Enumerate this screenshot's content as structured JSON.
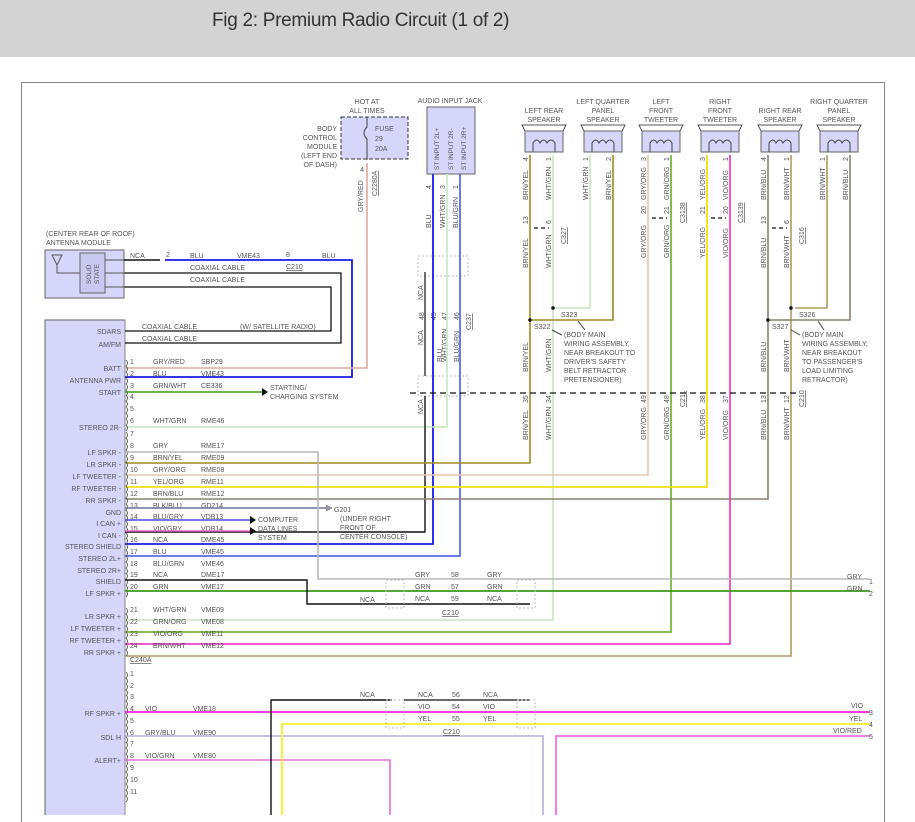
{
  "header": {
    "title": "Fig 2: Premium Radio Circuit (1 of 2)"
  },
  "colors": {
    "BLU": "#1a1ae6",
    "BLK": "#111111",
    "GRY": "#b8b8b8",
    "GRN": "#3a9a1a",
    "WHT_GRN": "#c8e4c0",
    "BRN_YEL": "#a08a20",
    "GRY_ORG": "#e6c6b0",
    "GRN_ORG": "#7ab83a",
    "YEL_ORG": "#f0e010",
    "VIO_ORG": "#f040c8",
    "BRN_BLU": "#8a8070",
    "BRN_WHT": "#b09a60",
    "GRY_RED": "#e0a8a0",
    "GRN_WHT": "#3a9a1a",
    "BLU_GRY": "#4a4ae0",
    "VIO_GRY": "#f060d0",
    "BLK_BLU": "#7070a0",
    "BLU_GRN": "#5a6ae8",
    "VIO": "#f020e0",
    "YEL": "#f8f020",
    "GRY_BLU": "#b0b0d8",
    "VIO_GRN": "#e070d8",
    "VIO_RED": "#f070e0",
    "module_fill": "#d6d6fa"
  },
  "bcm": {
    "label": [
      "BODY",
      "CONTROL",
      "MODULE",
      "(LEFT END",
      "OF DASH)"
    ],
    "hot": [
      "HOT AT",
      "ALL TIMES"
    ],
    "fuse": [
      "FUSE",
      "29",
      "20A"
    ],
    "pin": "4",
    "wire": "GRY/RED",
    "connector": "C2280A"
  },
  "audio_jack": {
    "title": "AUDIO INPUT JACK",
    "pins": [
      {
        "label": "ST INPUT 2L+",
        "pin": "4",
        "wire": "BLU"
      },
      {
        "label": "ST INPUT 2R-",
        "pin": "3",
        "wire": "WHT/GRN"
      },
      {
        "label": "ST INPUT 2R+",
        "pin": "1",
        "wire": "BLU/GRN"
      }
    ]
  },
  "speakers": [
    {
      "name": [
        "LEFT REAR",
        "SPEAKER"
      ],
      "pins": [
        {
          "pin": "4",
          "wire": "BRN/YEL"
        },
        {
          "pin": "1",
          "wire": "WHT/GRN"
        }
      ]
    },
    {
      "name": [
        "LEFT QUARTER",
        "PANEL",
        "SPEAKER"
      ],
      "pins": [
        {
          "pin": "1",
          "wire": "WHT/GRN"
        },
        {
          "pin": "2",
          "wire": "BRN/YEL"
        }
      ]
    },
    {
      "name": [
        "LEFT",
        "FRONT",
        "TWEETER"
      ],
      "pins": [
        {
          "pin": "3",
          "wire": "GRY/ORG"
        },
        {
          "pin": "1",
          "wire": "GRN/ORG"
        }
      ]
    },
    {
      "name": [
        "RIGHT",
        "FRONT",
        "TWEETER"
      ],
      "pins": [
        {
          "pin": "3",
          "wire": "YEL/ORG"
        },
        {
          "pin": "1",
          "wire": "VIO/ORG"
        }
      ]
    },
    {
      "name": [
        "RIGHT REAR",
        "SPEAKER"
      ],
      "pins": [
        {
          "pin": "4",
          "wire": "BRN/BLU"
        },
        {
          "pin": "1",
          "wire": "BRN/WHT"
        }
      ]
    },
    {
      "name": [
        "RIGHT QUARTER",
        "PANEL",
        "SPEAKER"
      ],
      "pins": [
        {
          "pin": "1",
          "wire": "BRN/WHT"
        },
        {
          "pin": "2",
          "wire": "BRN/BLU"
        }
      ]
    }
  ],
  "inline_connectors": {
    "c327": {
      "name": "C327",
      "pins": [
        "13",
        "6"
      ],
      "wires": [
        "BRN/YEL",
        "WHT/GRN"
      ]
    },
    "c3138": {
      "name": "C3138",
      "pins": [
        "20",
        "21"
      ],
      "wires": [
        "GRY/ORG",
        "GRN/ORG"
      ]
    },
    "c3139": {
      "name": "C3139",
      "pins": [
        "21",
        "20"
      ],
      "wires": [
        "YEL/ORG",
        "VIO/ORG"
      ]
    },
    "c316": {
      "name": "C316",
      "pins": [
        "13",
        "6"
      ],
      "wires": [
        "BRN/BLU",
        "BRN/WHT"
      ]
    },
    "c237": {
      "name": "C237",
      "pins": [
        "48",
        "45",
        "47",
        "46"
      ],
      "wires": [
        "NCA",
        "BLU",
        "WHT/GRN",
        "BLU/GRN"
      ],
      "nca_top": "NCA",
      "nca_bot": "NCA"
    },
    "c211": {
      "name": "C211",
      "pins": [
        "35",
        "34",
        "49",
        "48"
      ],
      "wires": [
        "BRN/YEL",
        "WHT/GRN",
        "GRY/ORG",
        "GRN/ORG"
      ]
    },
    "c210_right": {
      "name": "C210",
      "pins": [
        "38",
        "37",
        "13",
        "12"
      ],
      "wires": [
        "YEL/ORG",
        "VIO/ORG",
        "BRN/BLU",
        "BRN/WHT"
      ]
    }
  },
  "splices": {
    "s322": "S322",
    "s323": "S323",
    "s326": "S326",
    "s327": "S327",
    "left_note": [
      "(BODY MAIN",
      "WIRING ASSEMBLY,",
      "NEAR BREAKOUT TO",
      "DRIVER'S SAFETY",
      "BELT RETRACTOR",
      "PRETENSIONER)"
    ],
    "right_note": [
      "(BODY MAIN",
      "WIRING ASSEMBLY,",
      "NEAR BREAKOUT",
      "TO PASSENGER'S",
      "LOAD LIMITING",
      "RETRACTOR)"
    ]
  },
  "antenna": {
    "label": [
      "(CENTER REAR OF ROOF)",
      "ANTENNA MODULE"
    ],
    "inner": [
      "SOLID",
      "STATE"
    ],
    "wire1": {
      "left": "NCA",
      "pin_a": "2",
      "color": "BLU",
      "circuit": "VME43",
      "pin_b": "8",
      "connector": "C210",
      "right": "BLU"
    },
    "coax1": "COAXIAL CABLE",
    "coax2": "COAXIAL CABLE"
  },
  "radio": {
    "sdars": "SDARS",
    "amfm": "AM/FM",
    "coax_sdars": "COAXIAL CABLE",
    "coax_amfm": "COAXIAL CABLE",
    "sat_note": "(W/ SATELLITE RADIO)",
    "connector_a": "C240A",
    "pins_a": [
      {
        "pin": "1",
        "label": "BATT",
        "wire": "GRY/RED",
        "circuit": "SBP29"
      },
      {
        "pin": "2",
        "label": "ANTENNA PWR",
        "wire": "BLU",
        "circuit": "VME43"
      },
      {
        "pin": "3",
        "label": "START",
        "wire": "GRN/WHT",
        "circuit": "CE336"
      },
      {
        "pin": "4",
        "label": "",
        "wire": "",
        "circuit": ""
      },
      {
        "pin": "5",
        "label": "",
        "wire": "",
        "circuit": ""
      },
      {
        "pin": "6",
        "label": "STEREO 2R-",
        "wire": "WHT/GRN",
        "circuit": "RME46"
      },
      {
        "pin": "7",
        "label": "",
        "wire": "",
        "circuit": ""
      },
      {
        "pin": "8",
        "label": "LF SPKR -",
        "wire": "GRY",
        "circuit": "RME17"
      },
      {
        "pin": "9",
        "label": "LR SPKR -",
        "wire": "BRN/YEL",
        "circuit": "RME09"
      },
      {
        "pin": "10",
        "label": "LF TWEETER -",
        "wire": "GRY/ORG",
        "circuit": "RME08"
      },
      {
        "pin": "11",
        "label": "RF TWEETER -",
        "wire": "YEL/ORG",
        "circuit": "RME11"
      },
      {
        "pin": "12",
        "label": "RR SPKR -",
        "wire": "BRN/BLU",
        "circuit": "RME12"
      },
      {
        "pin": "13",
        "label": "GND",
        "wire": "BLK/BLU",
        "circuit": "GD214"
      },
      {
        "pin": "14",
        "label": "I CAN +",
        "wire": "BLU/GRY",
        "circuit": "VDB13"
      },
      {
        "pin": "15",
        "label": "I CAN -",
        "wire": "VIO/GRY",
        "circuit": "VDB14"
      },
      {
        "pin": "16",
        "label": "STEREO SHIELD",
        "wire": "NCA",
        "circuit": "DME45"
      },
      {
        "pin": "17",
        "label": "STEREO 2L+",
        "wire": "BLU",
        "circuit": "VME45"
      },
      {
        "pin": "18",
        "label": "STEREO 2R+",
        "wire": "BLU/GRN",
        "circuit": "VME46"
      },
      {
        "pin": "19",
        "label": "SHIELD",
        "wire": "NCA",
        "circuit": "DME17"
      },
      {
        "pin": "20",
        "label": "LF SPKR +",
        "wire": "GRN",
        "circuit": "VME17"
      },
      {
        "pin": "21",
        "label": "LR SPKR +",
        "wire": "WHT/GRN",
        "circuit": "VME09"
      },
      {
        "pin": "22",
        "label": "LF TWEETER +",
        "wire": "GRN/ORG",
        "circuit": "VME08"
      },
      {
        "pin": "23",
        "label": "RF TWEETER +",
        "wire": "VIO/ORG",
        "circuit": "VME11"
      },
      {
        "pin": "24",
        "label": "RR SPKR +",
        "wire": "BRN/WHT",
        "circuit": "VME12"
      }
    ],
    "pins_b": [
      {
        "pin": "1",
        "label": "",
        "wire": "",
        "circuit": ""
      },
      {
        "pin": "2",
        "label": "",
        "wire": "",
        "circuit": ""
      },
      {
        "pin": "3",
        "label": "",
        "wire": "",
        "circuit": ""
      },
      {
        "pin": "4",
        "label": "RF SPKR +",
        "wire": "VIO",
        "circuit": "VME18"
      },
      {
        "pin": "5",
        "label": "",
        "wire": "",
        "circuit": ""
      },
      {
        "pin": "6",
        "label": "SDL H",
        "wire": "GRY/BLU",
        "circuit": "VME90"
      },
      {
        "pin": "7",
        "label": "",
        "wire": "",
        "circuit": ""
      },
      {
        "pin": "8",
        "label": "ALERT+",
        "wire": "VIO/GRN",
        "circuit": "VME80"
      },
      {
        "pin": "9",
        "label": "",
        "wire": "",
        "circuit": ""
      },
      {
        "pin": "10",
        "label": "",
        "wire": "",
        "circuit": ""
      },
      {
        "pin": "11",
        "label": "",
        "wire": "",
        "circuit": ""
      }
    ]
  },
  "notes": {
    "starting": [
      "STARTING/",
      "CHARGING SYSTEM"
    ],
    "data_lines": [
      "COMPUTER",
      "DATA LINES",
      "SYSTEM"
    ],
    "ground": {
      "name": "G201",
      "loc": [
        "(UNDER RIGHT",
        "FRONT OF",
        "CENTER CONSOLE)"
      ]
    }
  },
  "c210_mid": {
    "name": "C210",
    "rows": [
      {
        "left": "GRY",
        "pin": "58",
        "right": "GRY"
      },
      {
        "left": "GRN",
        "pin": "57",
        "right": "GRN"
      },
      {
        "left": "NCA",
        "pin": "59",
        "right": "NCA",
        "far_left": "NCA"
      }
    ],
    "exits": [
      {
        "wire": "GRY",
        "pin": "1"
      },
      {
        "wire": "GRN",
        "pin": "2"
      }
    ]
  },
  "c210_low": {
    "name": "C210",
    "rows": [
      {
        "left": "NCA",
        "pin": "56",
        "right": "NCA",
        "far_left": "NCA"
      },
      {
        "left": "VIO",
        "pin": "54",
        "right": "VIO"
      },
      {
        "left": "YEL",
        "pin": "55",
        "right": "YEL"
      }
    ],
    "exits": [
      {
        "wire": "VIO",
        "pin": "3"
      },
      {
        "wire": "YEL",
        "pin": "4"
      },
      {
        "wire": "VIO/RED",
        "pin": "5"
      }
    ]
  }
}
